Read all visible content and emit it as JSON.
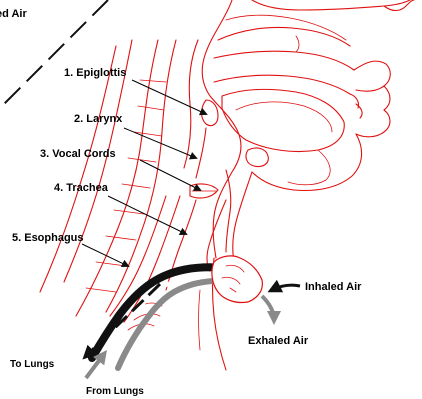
{
  "labels": {
    "corner": "ed Air",
    "epiglottis": "1. Epiglottis",
    "larynx": "2. Larynx",
    "vocal_cords": "3. Vocal Cords",
    "trachea": "4. Trachea",
    "esophagus": "5. Esophagus",
    "inhaled_air": "Inhaled Air",
    "exhaled_air": "Exhaled Air",
    "to_lungs": "To Lungs",
    "from_lungs": "From Lungs"
  },
  "colors": {
    "anatomy": "#e01010",
    "tube_dark": "#111111",
    "tube_gray": "#8a8a8a",
    "text": "#000000"
  }
}
